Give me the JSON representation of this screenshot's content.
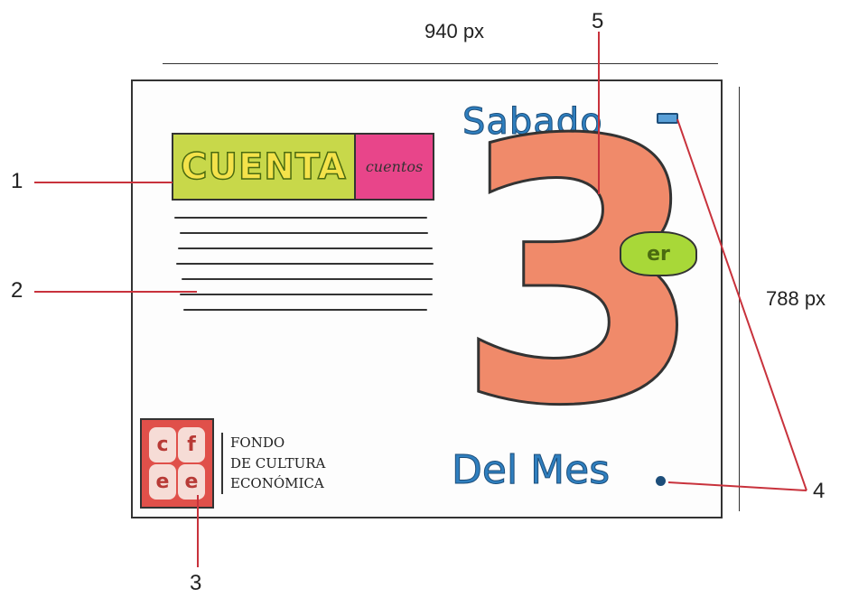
{
  "dimensions": {
    "width_label": "940 px",
    "height_label": "788 px"
  },
  "callouts": [
    {
      "number": "1"
    },
    {
      "number": "2"
    },
    {
      "number": "3"
    },
    {
      "number": "4"
    },
    {
      "number": "5"
    }
  ],
  "sketch": {
    "title_main": "CUENTA",
    "title_sub": "cuentos",
    "logo": {
      "letters": [
        "c",
        "f",
        "e",
        "e"
      ],
      "lines": [
        "FONDO",
        "DE CULTURA",
        "ECONÓMICA"
      ]
    },
    "day_top": "Sabado",
    "number": "3",
    "ordinal": "er",
    "day_bottom": "Del Mes"
  },
  "colors": {
    "callout_line": "#c8323c",
    "title_main_bg": "#c8d84a",
    "title_sub_bg": "#e8458a",
    "logo_bg": "#e0504a",
    "number_fill": "#f08a6a",
    "ordinal_fill": "#a8d838",
    "day_text": "#2f7fbf"
  },
  "icons": {
    "indicator_bar": "rectangle-indicator-icon",
    "indicator_dot": "dot-indicator-icon"
  }
}
